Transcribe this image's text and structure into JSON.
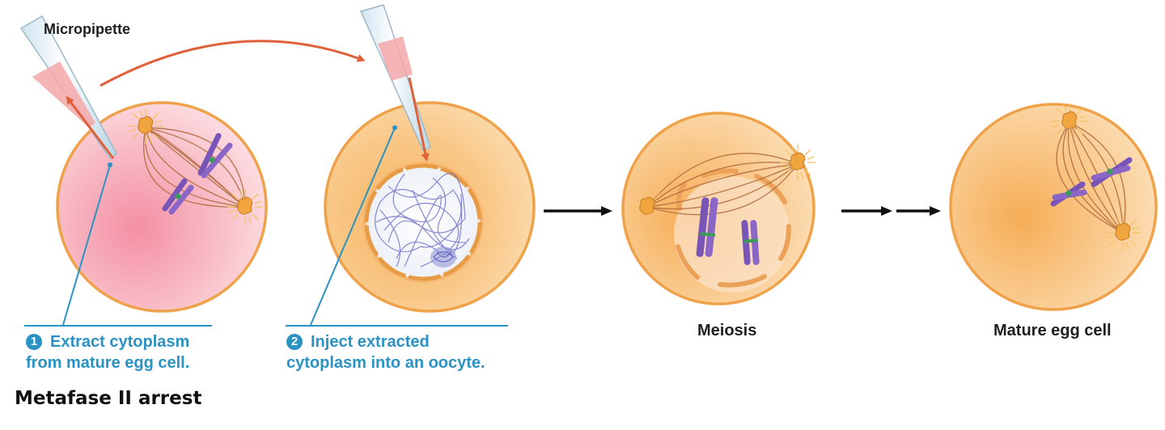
{
  "labels": {
    "micropipette": "Micropipette",
    "meiosis": "Meiosis",
    "mature_egg_cell": "Mature egg cell",
    "footer_title": "Metafase II arrest"
  },
  "steps": [
    {
      "number": "1",
      "line1": "Extract cytoplasm",
      "line2": "from mature egg cell."
    },
    {
      "number": "2",
      "line1": "Inject extracted",
      "line2": "cytoplasm into an oocyte."
    }
  ],
  "colors": {
    "step_text": "#2a93c4",
    "transfer_arrow": "#e0603a",
    "flow_arrow": "#111111",
    "chromosome": "#7a55b8",
    "egg_pink": "#f6b2bd",
    "oocyte_orange": "#f7be74"
  },
  "icons": {
    "transfer_arrow": "curved-arrow-icon",
    "flow_arrow": "right-arrow-icon"
  }
}
